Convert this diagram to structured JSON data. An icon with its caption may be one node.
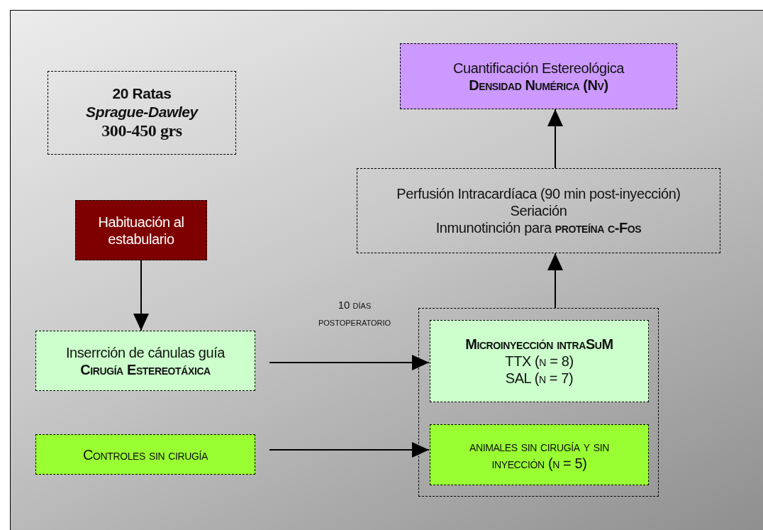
{
  "diagram": {
    "nodes": [
      {
        "text": [
          "20 Ratas",
          "Sprague-Dawley",
          "300-450 grs"
        ]
      },
      {
        "text": [
          "Habituación al estabulario"
        ]
      },
      {
        "text": [
          "Inserrción de cánulas guía",
          "Cirugía Estereotáxica"
        ]
      },
      {
        "text": [
          "Controles sin cirugía"
        ]
      },
      {
        "text": [],
        "shape": "box"
      },
      {
        "text": [
          "Microinyección intraSuM",
          "TTX (n = 8)",
          "SAL (n = 7)"
        ],
        "in": 4
      },
      {
        "text": [
          "animales sin cirugía y sin inyección (n = 5)"
        ],
        "in": 4
      },
      {
        "text": [
          "Perfusión Intracardíaca (90 min post-inyección)",
          "Seriación",
          "Inmunotinción para **proteína c-Fos**"
        ]
      },
      {
        "text": [
          "Cuantificación Estereológica",
          "Densidad Numérica (Nv)"
        ]
      }
    ],
    "edges": [
      {
        "from": 1,
        "to": 2,
        "arrow": "to"
      },
      {
        "from": 2,
        "to": 5,
        "arrow": "to",
        "label": "10 días postoperatorio"
      },
      {
        "from": 3,
        "to": 6,
        "arrow": "to"
      },
      {
        "from": 4,
        "to": 7,
        "arrow": "to"
      },
      {
        "from": 7,
        "to": 8,
        "arrow": "to"
      }
    ]
  }
}
